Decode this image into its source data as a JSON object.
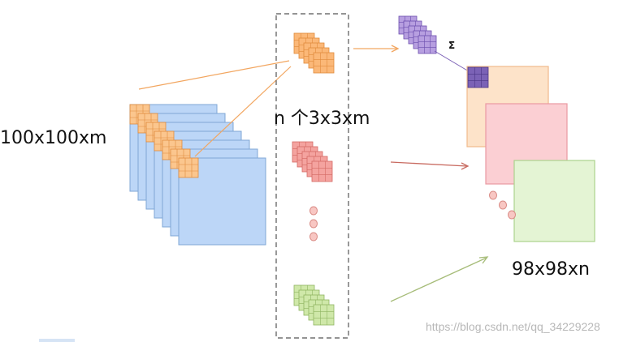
{
  "labels": {
    "input_size": "100x100xm",
    "filter_count": "n 个3x3xm",
    "output_size": "98x98xn",
    "sum_symbol": "Σ"
  },
  "watermark": "https://blog.csdn.net/qq_34229228",
  "colors": {
    "input_fill": "#bcd6f7",
    "input_stroke": "#7fa7d6",
    "patch_orange": "#fbc68e",
    "filter_orange": "#fbb878",
    "filter_red": "#f4a39f",
    "filter_green": "#cfe8a9",
    "filter_purple": "#b79fe0",
    "map_orange": "#fde3c9",
    "map_red": "#fbcfd3",
    "map_green": "#e4f4d4",
    "arrow_orange": "#f2a660",
    "arrow_red": "#c86a60",
    "arrow_green": "#a6bc78"
  }
}
